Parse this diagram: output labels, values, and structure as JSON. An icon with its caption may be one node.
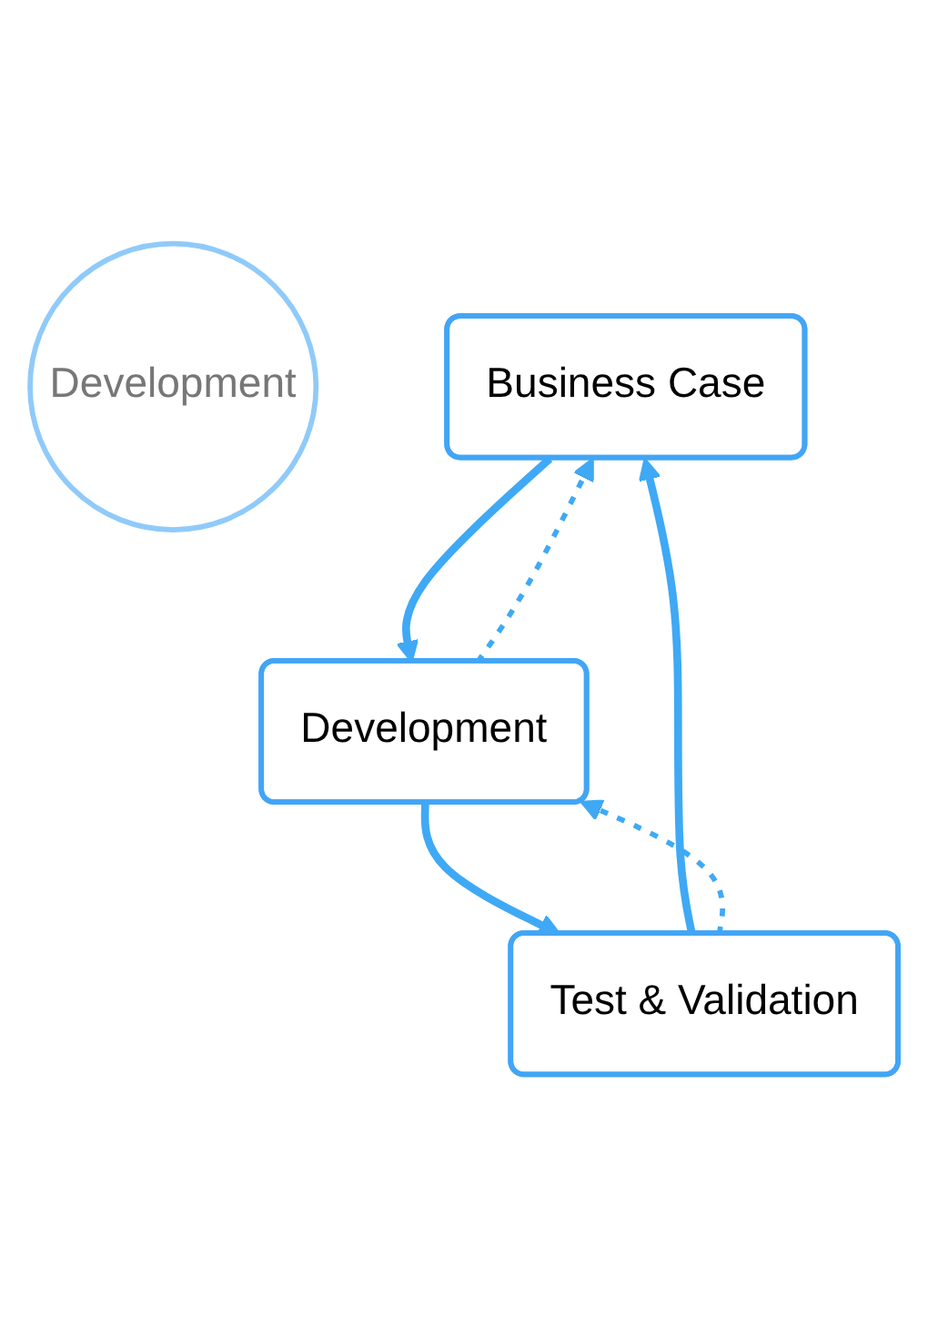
{
  "diagram": {
    "nodes": [
      {
        "text": [
          "Development"
        ]
      },
      {
        "text": [
          "Business Case"
        ]
      },
      {
        "text": [
          "Development"
        ]
      },
      {
        "text": [
          "Test & Validation"
        ]
      }
    ],
    "edges": [
      {
        "from": 1,
        "to": 2,
        "arrow": "to"
      },
      {
        "from": 2,
        "to": 3,
        "arrow": "to"
      },
      {
        "from": 3,
        "to": 1,
        "arrow": "to"
      },
      {
        "from": 2,
        "to": 1,
        "arrow": "to",
        "style": "dashed"
      },
      {
        "from": 3,
        "to": 2,
        "arrow": "to",
        "style": "dashed"
      }
    ]
  }
}
